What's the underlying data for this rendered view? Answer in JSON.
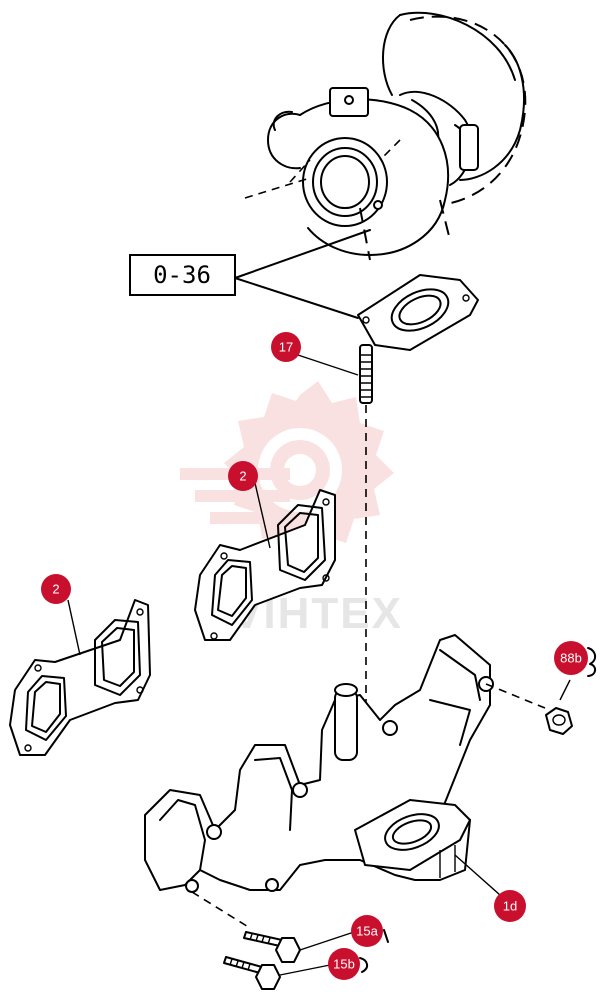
{
  "diagram": {
    "reference_box": "0-36",
    "watermark": "VIHTEX",
    "callouts": [
      {
        "id": "c17",
        "label": "17"
      },
      {
        "id": "c2a",
        "label": "2"
      },
      {
        "id": "c2b",
        "label": "2"
      },
      {
        "id": "c88b",
        "label": "88b"
      },
      {
        "id": "c1d",
        "label": "1d"
      },
      {
        "id": "c15a",
        "label": "15a"
      },
      {
        "id": "c15b",
        "label": "15b"
      }
    ]
  },
  "colors": {
    "callout": "#c8102e",
    "watermark": "#f6c9c9"
  }
}
